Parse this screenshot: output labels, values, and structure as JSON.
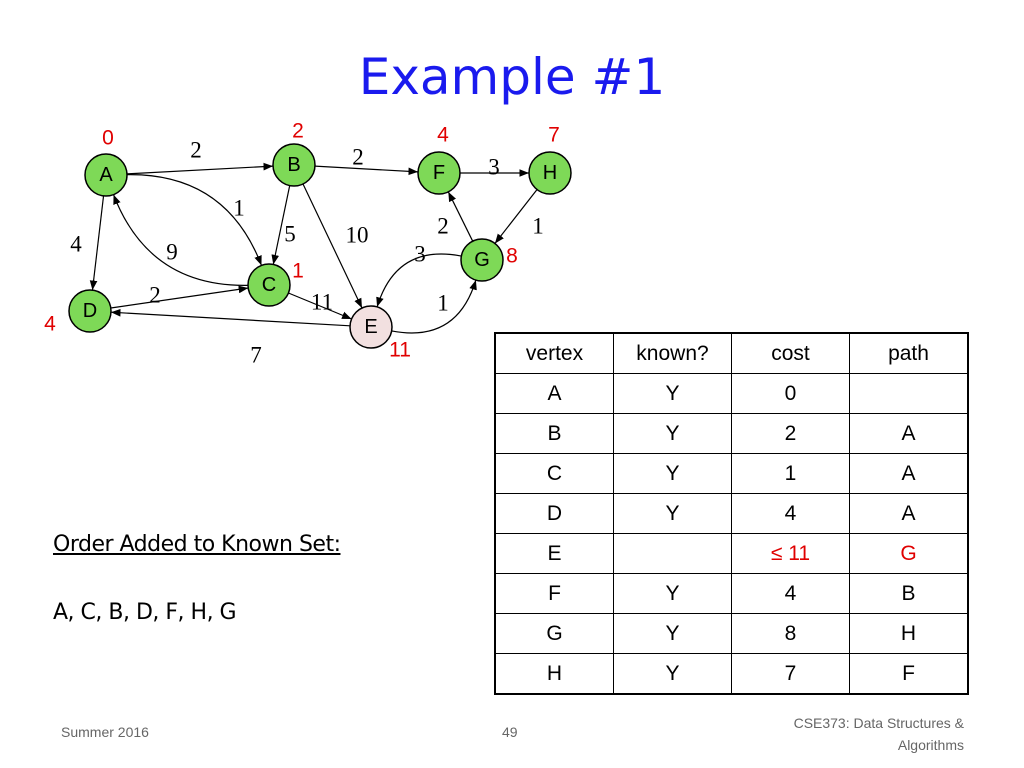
{
  "title": "Example #1",
  "graph": {
    "nodes": [
      {
        "id": "A",
        "cost": "0"
      },
      {
        "id": "B",
        "cost": "2"
      },
      {
        "id": "C",
        "cost": "1"
      },
      {
        "id": "D",
        "cost": "4"
      },
      {
        "id": "E",
        "cost": "11"
      },
      {
        "id": "F",
        "cost": "4"
      },
      {
        "id": "G",
        "cost": "8"
      },
      {
        "id": "H",
        "cost": "7"
      }
    ],
    "edges": [
      {
        "from": "A",
        "to": "B",
        "weight": "2"
      },
      {
        "from": "A",
        "to": "C",
        "weight": "1"
      },
      {
        "from": "A",
        "to": "D",
        "weight": "4"
      },
      {
        "from": "C",
        "to": "A",
        "weight": "9"
      },
      {
        "from": "B",
        "to": "C",
        "weight": "5"
      },
      {
        "from": "B",
        "to": "E",
        "weight": "10"
      },
      {
        "from": "B",
        "to": "F",
        "weight": "2"
      },
      {
        "from": "D",
        "to": "C",
        "weight": "2"
      },
      {
        "from": "C",
        "to": "E",
        "weight": "11"
      },
      {
        "from": "E",
        "to": "D",
        "weight": "7"
      },
      {
        "from": "E",
        "to": "G",
        "weight": "1"
      },
      {
        "from": "G",
        "to": "E",
        "weight": "3"
      },
      {
        "from": "G",
        "to": "F",
        "weight": "2"
      },
      {
        "from": "F",
        "to": "H",
        "weight": "3"
      },
      {
        "from": "H",
        "to": "G",
        "weight": "1"
      }
    ]
  },
  "table": {
    "headers": [
      "vertex",
      "known?",
      "cost",
      "path"
    ],
    "rows": [
      [
        "A",
        "Y",
        "0",
        ""
      ],
      [
        "B",
        "Y",
        "2",
        "A"
      ],
      [
        "C",
        "Y",
        "1",
        "A"
      ],
      [
        "D",
        "Y",
        "4",
        "A"
      ],
      [
        "E",
        "",
        "≤ 11",
        "G"
      ],
      [
        "F",
        "Y",
        "4",
        "B"
      ],
      [
        "G",
        "Y",
        "8",
        "H"
      ],
      [
        "H",
        "Y",
        "7",
        "F"
      ]
    ],
    "highlight_color": "#e00000"
  },
  "order": {
    "heading": "Order Added to Known Set:",
    "value": "A, C, B, D, F, H, G"
  },
  "footer": {
    "left": "Summer 2016",
    "center": "49",
    "right_line1": "CSE373: Data Structures &",
    "right_line2": "Algorithms"
  }
}
